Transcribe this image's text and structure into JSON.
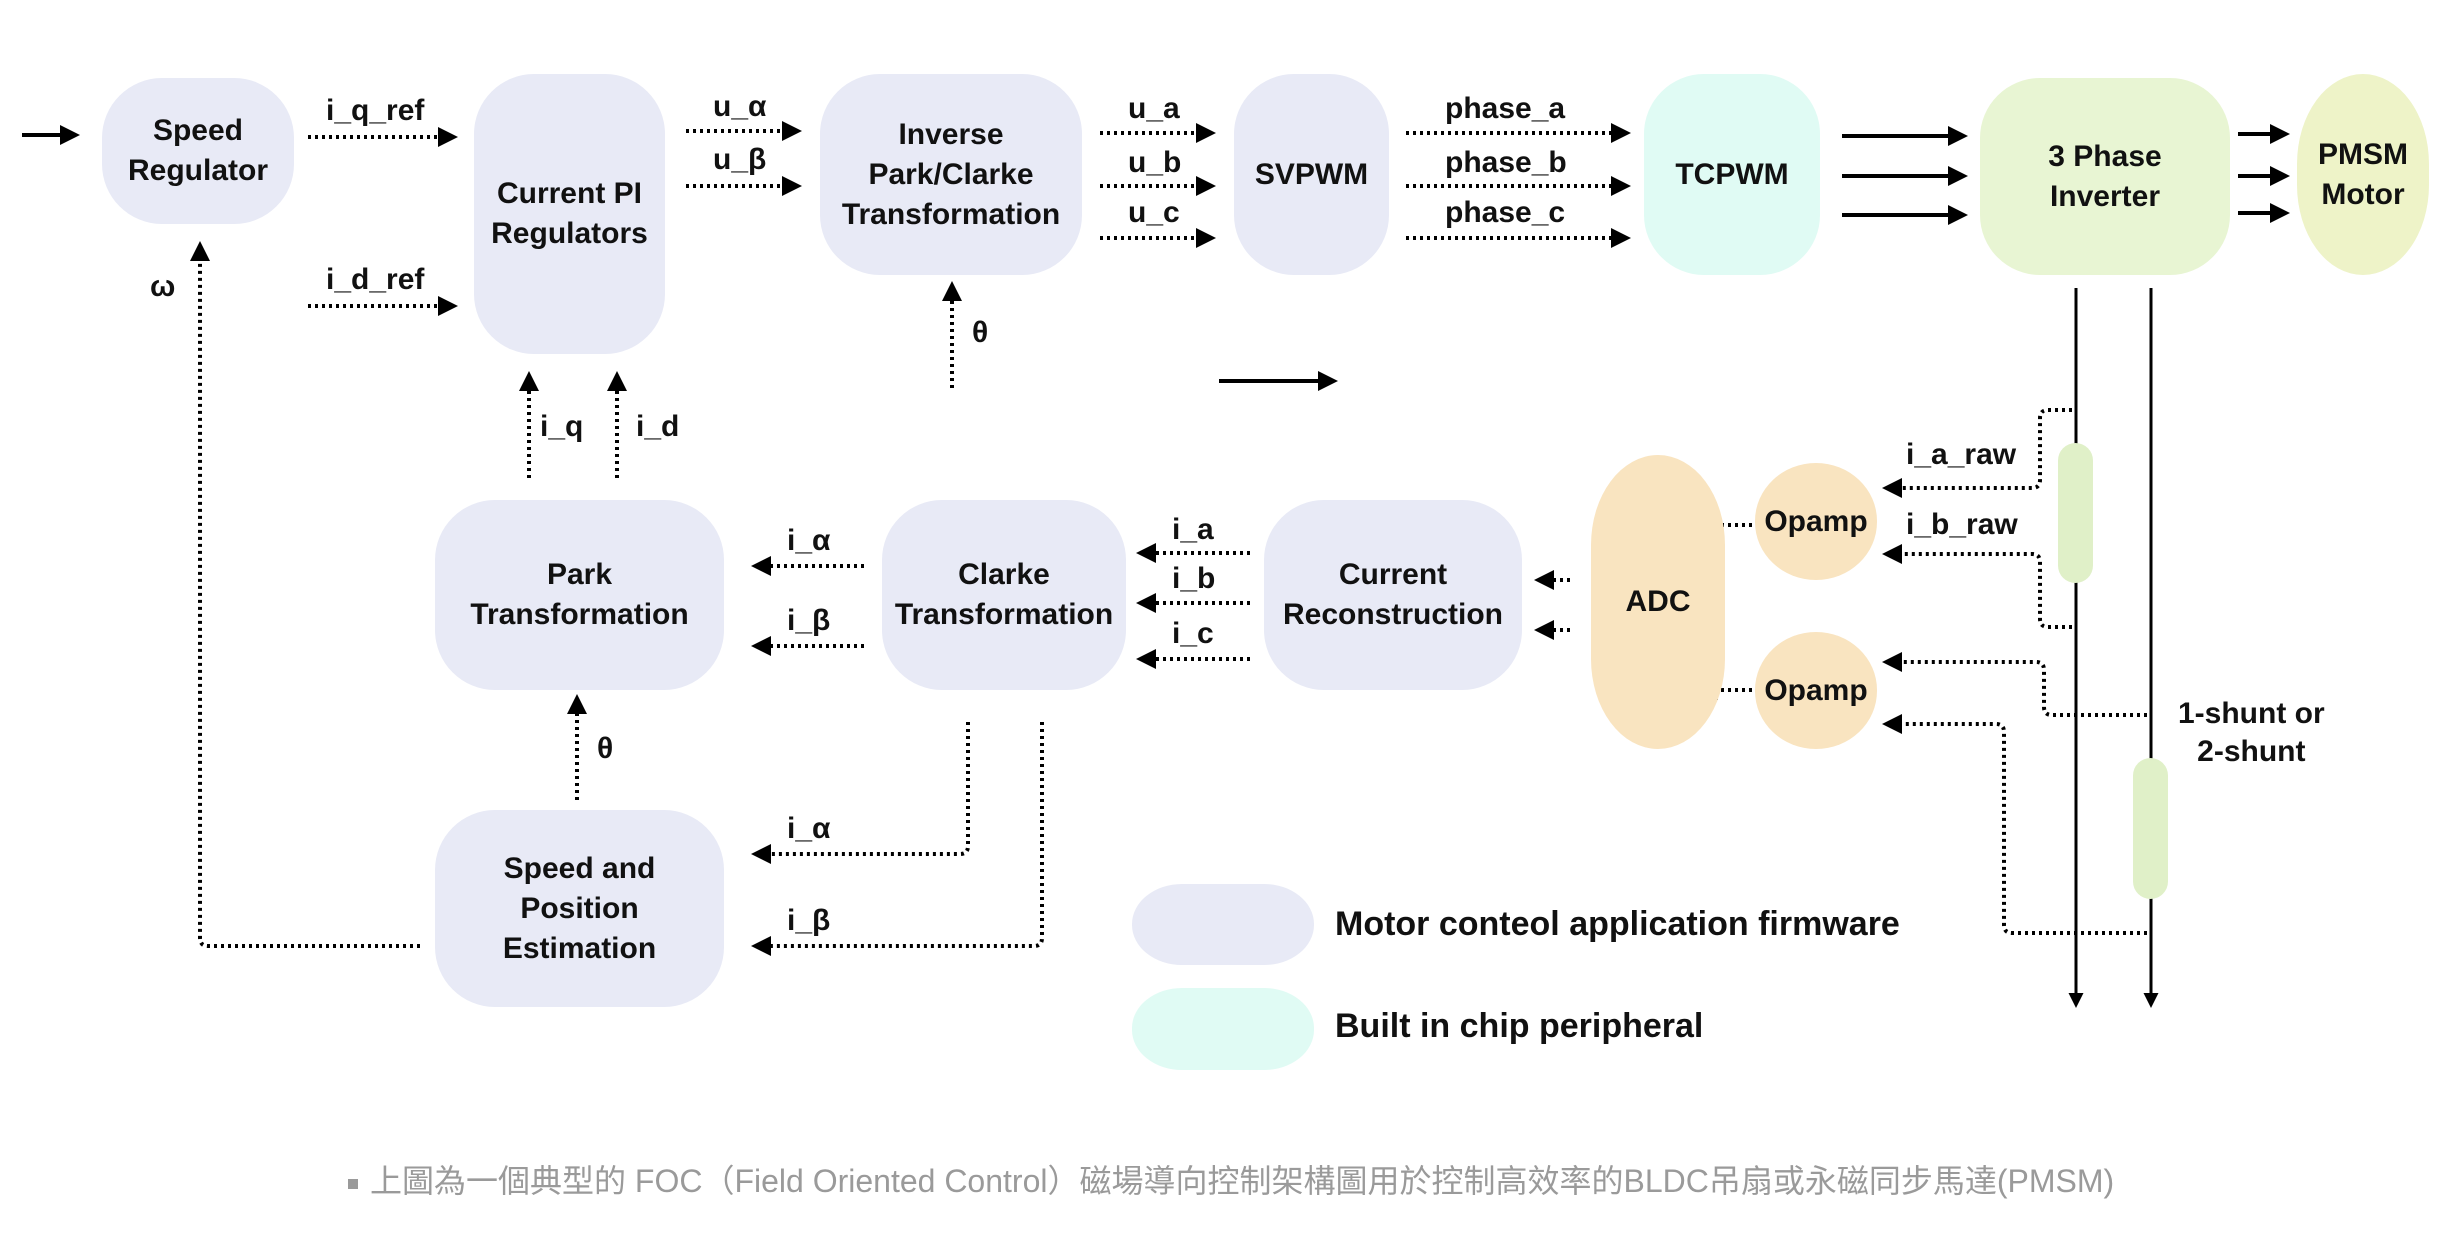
{
  "diagram": {
    "title": "FOC motor control block diagram",
    "blocks": {
      "speed_regulator": "Speed\nRegulator",
      "current_pi": "Current PI\nRegulators",
      "inverse_park_clarke": "Inverse\nPark/Clarke\nTransformation",
      "svpwm": "SVPWM",
      "tcpwm": "TCPWM",
      "three_phase_inverter": "3 Phase\nInverter",
      "pmsm_motor": "PMSM\nMotor",
      "park": "Park\nTransformation",
      "clarke": "Clarke\nTransformation",
      "current_reconstruction": "Current\nReconstruction",
      "adc": "ADC",
      "opamp_1": "Opamp",
      "opamp_2": "Opamp",
      "speed_position_estimation": "Speed and\nPosition\nEstimation"
    },
    "signals": {
      "i_q_ref": "i_q_ref",
      "i_d_ref": "i_d_ref",
      "omega": "ω",
      "u_alpha": "u_α",
      "u_beta": "u_β",
      "theta_top": "θ",
      "u_a": "u_a",
      "u_b": "u_b",
      "u_c": "u_c",
      "phase_a": "phase_a",
      "phase_b": "phase_b",
      "phase_c": "phase_c",
      "i_q": "i_q",
      "i_d": "i_d",
      "park_i_alpha": "i_α",
      "park_i_beta": "i_β",
      "i_a": "i_a",
      "i_b": "i_b",
      "i_c": "i_c",
      "i_a_raw": "i_a_raw",
      "i_b_raw": "i_b_raw",
      "theta_bottom": "θ",
      "est_i_alpha": "i_α",
      "est_i_beta": "i_β",
      "shunt_note": "1-shunt or\n2-shunt"
    },
    "legend": [
      {
        "label": "Motor conteol application firmware",
        "color": "#e8eaf6"
      },
      {
        "label": "Built in chip peripheral",
        "color": "#e0fbf4"
      }
    ],
    "colors": {
      "firmware": "#e8eaf6",
      "chip_peripheral": "#e0fbf4",
      "inverter": "#e8f5d3",
      "motor": "#eef3c8",
      "analog": "#f9e4c0",
      "shunt": "#e0f0c8"
    }
  },
  "caption": "上圖為一個典型的 FOC（Field Oriented Control）磁場導向控制架構圖用於控制高效率的BLDC吊扇或永磁同步馬達(PMSM)"
}
